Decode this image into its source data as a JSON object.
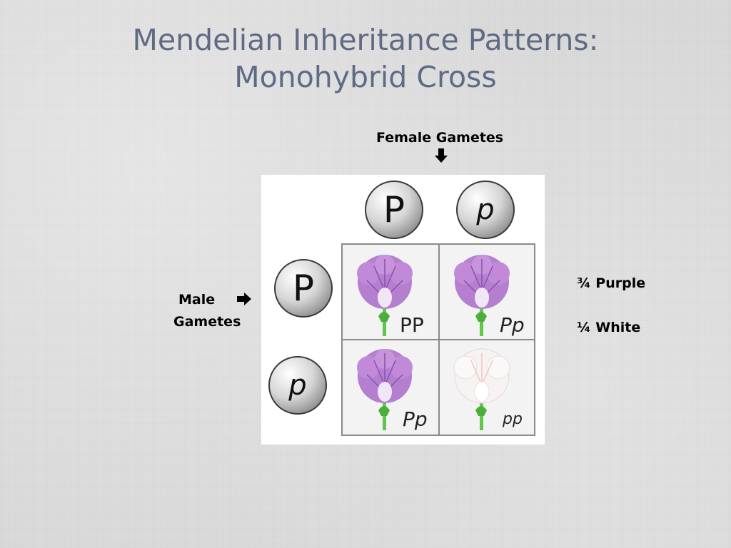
{
  "title": {
    "line1": "Mendelian Inheritance Patterns:",
    "line2": "Monohybrid Cross"
  },
  "labels": {
    "female_gametes": "Female Gametes",
    "male": "Male",
    "gametes": "Gametes",
    "purple_ratio": "¾ Purple",
    "white_ratio": "¼ White"
  },
  "arrows": {
    "down": "🡇",
    "right": "🡆"
  },
  "punnett": {
    "female_alleles": [
      "P",
      "p"
    ],
    "male_alleles": [
      "P",
      "p"
    ],
    "cells": [
      {
        "genotype": "PP",
        "flower": "purple"
      },
      {
        "genotype": "Pp",
        "flower": "purple"
      },
      {
        "genotype": "Pp",
        "flower": "purple"
      },
      {
        "genotype": "pp",
        "flower": "white"
      }
    ],
    "colors": {
      "purple": "#b57fd0",
      "white": "#f7f3f3",
      "stem": "#5fc74a"
    }
  }
}
